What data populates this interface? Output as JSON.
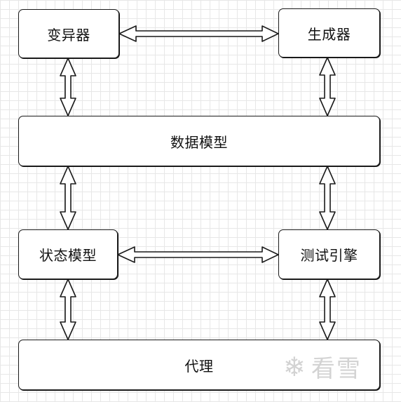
{
  "diagram": {
    "nodes": {
      "mutator": "变异器",
      "generator": "生成器",
      "data_model": "数据模型",
      "state_model": "状态模型",
      "test_engine": "测试引擎",
      "agent": "代理"
    },
    "edges": [
      {
        "from": "变异器",
        "to": "生成器",
        "type": "bidirectional"
      },
      {
        "from": "变异器",
        "to": "数据模型",
        "type": "bidirectional"
      },
      {
        "from": "生成器",
        "to": "数据模型",
        "type": "bidirectional"
      },
      {
        "from": "数据模型",
        "to": "状态模型",
        "type": "bidirectional"
      },
      {
        "from": "数据模型",
        "to": "测试引擎",
        "type": "bidirectional"
      },
      {
        "from": "状态模型",
        "to": "测试引擎",
        "type": "bidirectional"
      },
      {
        "from": "状态模型",
        "to": "代理",
        "type": "bidirectional"
      },
      {
        "from": "测试引擎",
        "to": "代理",
        "type": "bidirectional"
      }
    ]
  },
  "watermark": {
    "icon": "snowflake-icon",
    "text": "看雪"
  }
}
